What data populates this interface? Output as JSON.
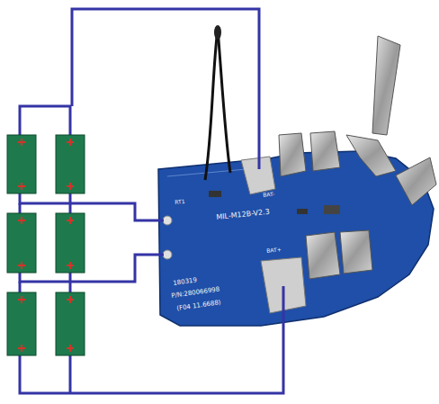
{
  "diagram": {
    "labels": [
      "RT1",
      "BAT-",
      "MIL-M12B-V2.3",
      "180319",
      "P/N:280066998",
      "(F04 11.6688)",
      "BAT+"
    ]
  }
}
